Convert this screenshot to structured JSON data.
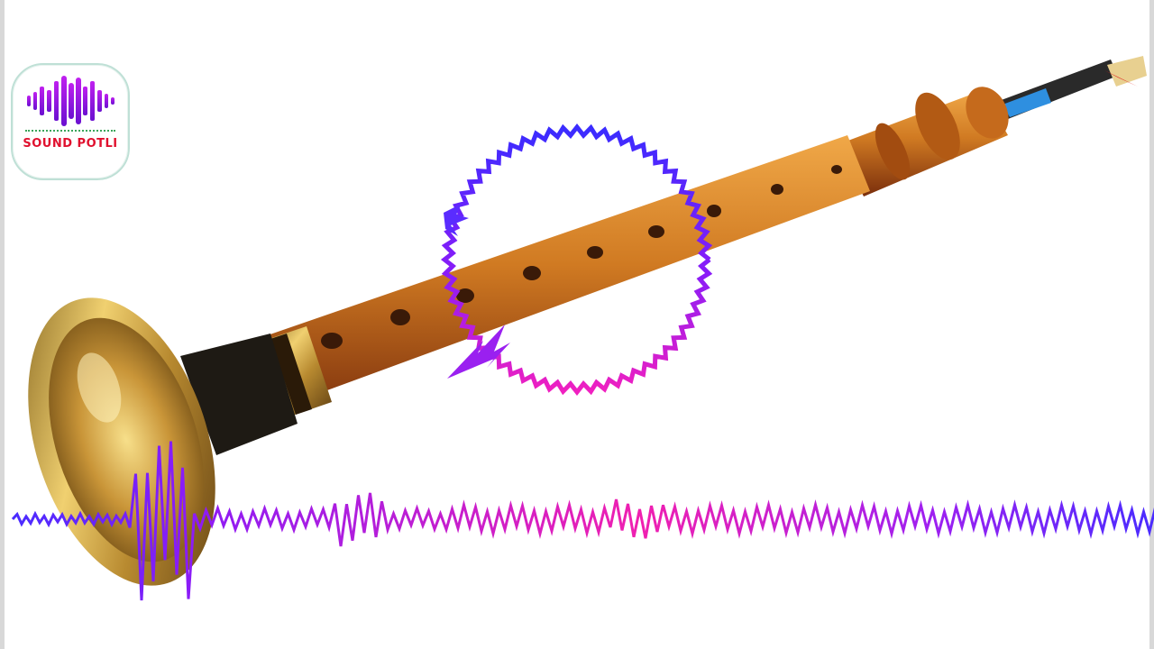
{
  "logo": {
    "brand_text": "SOUND POTLI"
  },
  "colors": {
    "background": "#ffffff",
    "wood_light": "#d98a2a",
    "wood_dark": "#8a3a10",
    "brass": "#c9a04a",
    "wave_blue": "#4a2cff",
    "wave_purple": "#a020f0",
    "wave_pink": "#f020b0",
    "logo_text": "#e0102e"
  },
  "icons": [
    "shehnai-instrument",
    "circular-audio-visualizer",
    "waveform-visualizer",
    "sound-logo"
  ]
}
